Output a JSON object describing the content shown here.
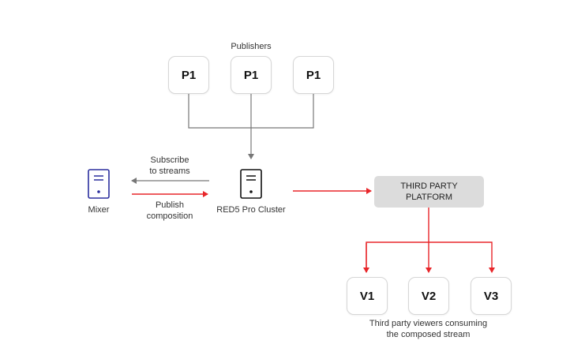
{
  "publishers": {
    "title": "Publishers",
    "items": [
      "P1",
      "P1",
      "P1"
    ]
  },
  "mixer": {
    "label": "Mixer"
  },
  "cluster": {
    "label": "RED5 Pro Cluster"
  },
  "arrows": {
    "subscribe_line1": "Subscribe",
    "subscribe_line2": "to streams",
    "publish_line1": "Publish",
    "publish_line2": "composition"
  },
  "platform": {
    "line1": "THIRD PARTY",
    "line2": "PLATFORM"
  },
  "viewers": {
    "items": [
      "V1",
      "V2",
      "V3"
    ],
    "caption_line1": "Third party viewers consuming",
    "caption_line2": "the composed stream"
  },
  "colors": {
    "red": "#e8262a",
    "gray_line": "#777777",
    "mixer_blue": "#2b2f9e",
    "platform_fill": "#dcdcdc"
  },
  "icons": {
    "mixer": "server-icon",
    "cluster": "server-icon"
  }
}
